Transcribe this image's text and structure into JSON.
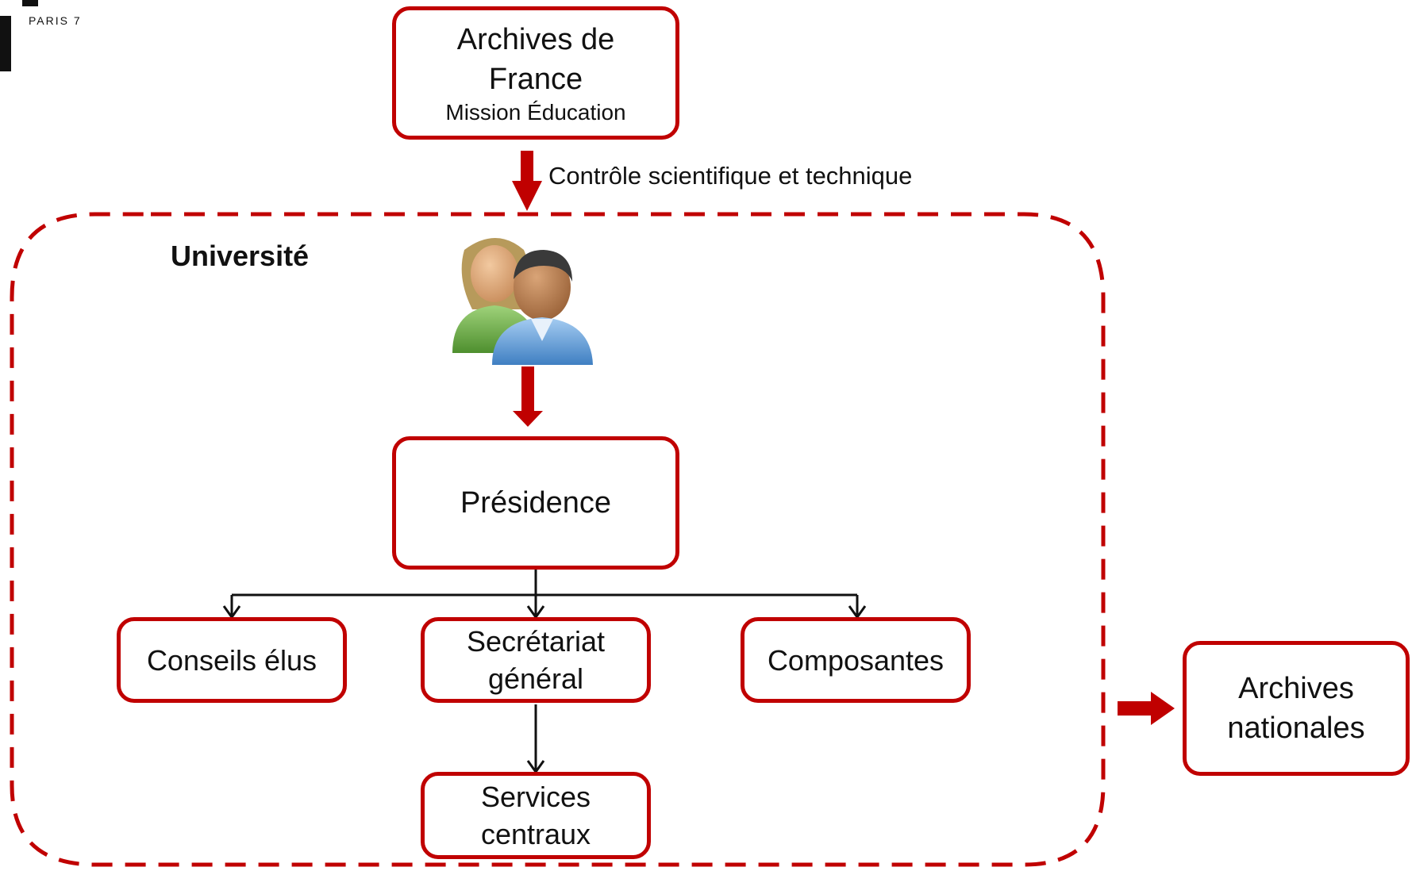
{
  "logo": {
    "text": "PARIS 7"
  },
  "colors": {
    "accent": "#c00000",
    "line": "#111111",
    "background": "#ffffff"
  },
  "top_box": {
    "line1": "Archives de",
    "line2": "France",
    "line3": "Mission Éducation"
  },
  "control_label": "Contrôle scientifique et technique",
  "university_label": "Université",
  "people_icon": "users-icon",
  "presidence": "Présidence",
  "conseils": "Conseils élus",
  "secretariat": {
    "line1": "Secrétariat",
    "line2": "général"
  },
  "composantes": "Composantes",
  "services": {
    "line1": "Services",
    "line2": "centraux"
  },
  "archives_nationales": {
    "line1": "Archives",
    "line2": "nationales"
  }
}
